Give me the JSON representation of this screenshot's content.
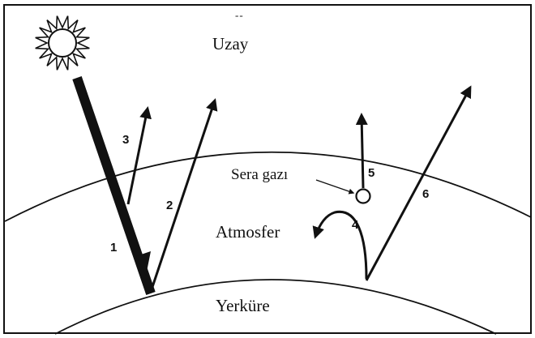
{
  "labels": {
    "space": "Uzay",
    "greenhouse_gas": "Sera gazı",
    "atmosphere": "Atmosfer",
    "earth": "Yerküre"
  },
  "arrow_numbers": {
    "n1": "1",
    "n2": "2",
    "n3": "3",
    "n4": "4",
    "n5": "5",
    "n6": "6"
  },
  "top_mark": "--",
  "colors": {
    "ink": "#111111",
    "background": "#ffffff"
  }
}
